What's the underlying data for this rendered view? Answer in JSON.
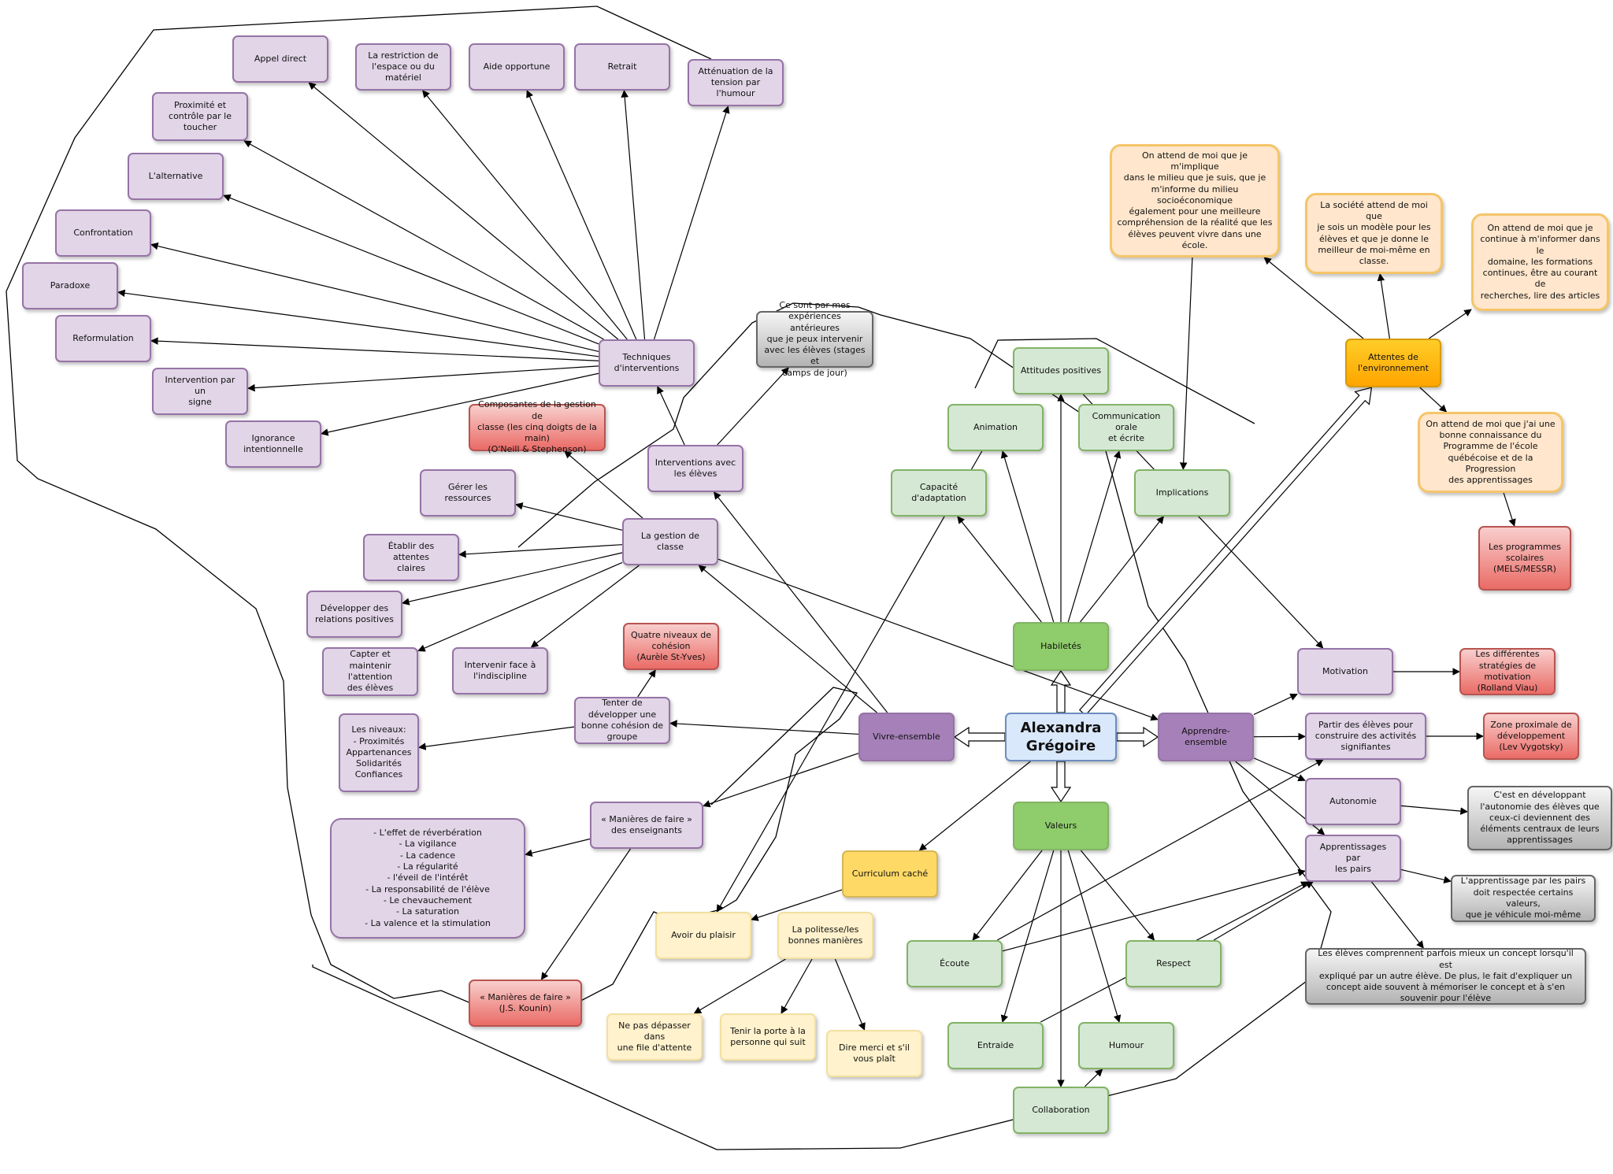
{
  "colors": {
    "lilac": "#e1d5e7",
    "purple": "#a680b8",
    "green": "#d5e8d4",
    "dark_green": "#8fcc6b",
    "red": "#ea6b66",
    "orange": "#ffe6cc",
    "gold": "#ffa500",
    "yellow": "#ffd966",
    "cream": "#fff2cc",
    "gray": "#b3b3b3",
    "blue": "#dae8fc",
    "edge": "#000000"
  },
  "nodes": {
    "center": "Alexandra\nGrégoire",
    "habiletes": "Habiletés",
    "valeurs": "Valeurs",
    "vivre_ensemble": "Vivre-ensemble",
    "apprendre_ensemble": "Apprendre-ensemble",
    "attentes_env": "Attentes de\nl'environnement",
    "animation": "Animation",
    "attitudes_positives": "Attitudes positives",
    "communication": "Communication orale\net écrite",
    "capacite_adaptation": "Capacité\nd'adaptation",
    "implications": "Implications",
    "ecoute": "Écoute",
    "respect": "Respect",
    "entraide": "Entraide",
    "humour": "Humour",
    "collaboration": "Collaboration",
    "motivation": "Motivation",
    "strategies_motivation": "Les différentes\nstratégies de\nmotivation\n(Rolland Viau)",
    "partir_eleves": "Partir des élèves pour\nconstruire des activités\nsignifiantes",
    "zone_proximale": "Zone proximale de\ndéveloppement\n(Lev Vygotsky)",
    "autonomie": "Autonomie",
    "autonomie_note": "C'est en développant\nl'autonomie des élèves que\nceux-ci deviennent des\néléments centraux de leurs\napprentissages",
    "apprentissages_pairs": "Apprentissages par\nles pairs",
    "pairs_note": "L'apprentissage par les pairs\ndoit respectée certains valeurs,\nque je véhicule moi-même",
    "pairs_note2": "Les élèves comprennent parfois mieux un concept lorsqu'il est\nexpliqué par un autre élève. De plus, le fait d'expliquer un\nconcept aide souvent à mémoriser le concept et à s'en\nsouvenir pour l'élève",
    "attente_milieu": "On attend de moi que je m'implique\ndans le milieu que je suis, que je\nm'informe du milieu socioéconomique\négalement pour une meilleure\ncompréhension de la réalité que les\nélèves peuvent vivre dans une école.",
    "attente_societe": "La société attend de moi que\nje sois un modèle pour les\nélèves et que je donne le\nmeilleur de moi-même en\nclasse.",
    "attente_informer": "On attend de moi que je\ncontinue à m'informer dans le\ndomaine, les formations\ncontinues, être au courant de\nrecherches, lire des articles",
    "attente_programme": "On attend de moi que j'ai une\nbonne connaissance du\nProgramme de l'école\nquébécoise et de la Progression\ndes apprentissages",
    "programmes_scolaires": "Les programmes\nscolaires\n(MELS/MESSR)",
    "curriculum_cache": "Curriculum caché",
    "avoir_plaisir": "Avoir du plaisir",
    "politesse": "La politesse/les\nbonnes manières",
    "file_attente": "Ne pas dépasser dans\nune file d'attente",
    "tenir_porte": "Tenir la porte à la\npersonne qui suit",
    "dire_merci": "Dire merci et s'il\nvous plaît",
    "experiences": "Ce sont par mes\nexpériences antérieures\nque je peux intervenir\navec les élèves (stages et\ncamps de jour)",
    "interventions_eleves": "Interventions avec\nles élèves",
    "techniques": "Techniques\nd'interventions",
    "gestion_classe": "La gestion de classe",
    "composantes": "Composantes de la gestion de\nclasse (les cinq doigts de la\nmain)\n(O'Neill & Stephenson)",
    "gerer_ressources": "Gérer les ressources",
    "etablir_attentes": "Établir des attentes\nclaires",
    "developper_relations": "Développer des\nrelations positives",
    "capter_attention": "Capter et\nmaintenir l'attention\ndes élèves",
    "intervenir_indiscipline": "Intervenir face à\nl'indiscipline",
    "tenter_cohesion": "Tenter de\ndévelopper une\nbonne cohésion de\ngroupe",
    "quatre_niveaux": "Quatre niveaux de\ncohésion\n(Aurèle St-Yves)",
    "niveaux_liste": "Les niveaux:\n- Proximités\nAppartenances\nSolidarités\nConfiances",
    "manieres_enseignants": "« Manières de faire »\ndes enseignants",
    "manieres_liste": "- L'effet de réverbération\n- La vigilance\n- La cadence\n- La régularité\n- l'éveil de l'intérêt\n- La responsabilité de l'élève\n- Le chevauchement\n- La saturation\n- La valence et la stimulation",
    "manieres_kounin": "« Manières de faire »\n(J.S. Kounin)",
    "appel_direct": "Appel direct",
    "restriction": "La restriction de\nl'espace ou du\nmatériel",
    "aide_opportune": "Aide opportune",
    "retrait": "Retrait",
    "attenuation": "Atténuation de la\ntension par l'humour",
    "proximite": "Proximité et\ncontrôle par le\ntoucher",
    "alternative": "L'alternative",
    "confrontation": "Confrontation",
    "paradoxe": "Paradoxe",
    "reformulation": "Reformulation",
    "intervention_signe": "Intervention par un\nsigne",
    "ignorance": "Ignorance\nintentionnelle"
  }
}
